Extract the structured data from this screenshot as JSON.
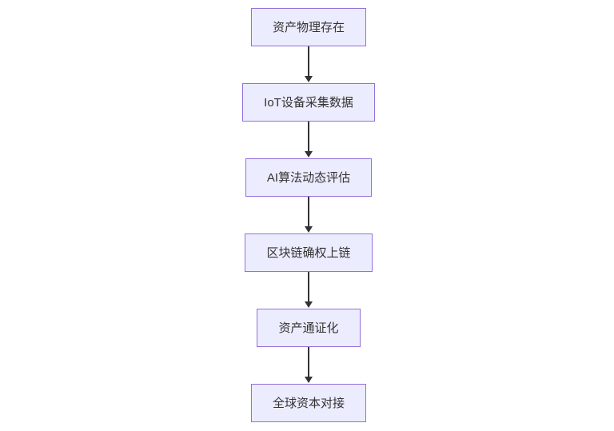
{
  "diagram": {
    "type": "flowchart",
    "direction": "top-down",
    "background_color": "#ffffff",
    "node_fill_color": "#ECECFF",
    "node_border_color": "#9370DB",
    "node_text_color": "#333333",
    "arrow_color": "#333333",
    "nodes": [
      {
        "id": "A",
        "label": "资产物理存在"
      },
      {
        "id": "B",
        "label": "IoT设备采集数据"
      },
      {
        "id": "C",
        "label": "AI算法动态评估"
      },
      {
        "id": "D",
        "label": "区块链确权上链"
      },
      {
        "id": "E",
        "label": "资产通证化"
      },
      {
        "id": "F",
        "label": "全球资本对接"
      }
    ],
    "edges": [
      {
        "from": "A",
        "to": "B"
      },
      {
        "from": "B",
        "to": "C"
      },
      {
        "from": "C",
        "to": "D"
      },
      {
        "from": "D",
        "to": "E"
      },
      {
        "from": "E",
        "to": "F"
      }
    ]
  }
}
